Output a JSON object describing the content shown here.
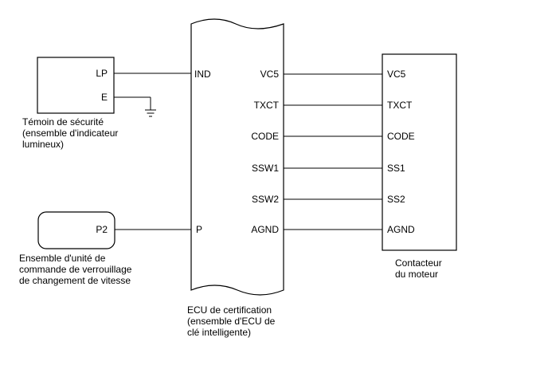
{
  "indicator": {
    "pin_lp": "LP",
    "pin_e": "E",
    "caption": [
      "Témoin de sécurité",
      "(ensemble d'indicateur",
      "lumineux)"
    ]
  },
  "shift_lock": {
    "pin_p2": "P2",
    "caption": [
      "Ensemble d'unité de",
      "commande de verrouillage",
      "de changement de vitesse"
    ]
  },
  "ecu": {
    "pins_left": [
      "IND",
      "P"
    ],
    "pins_right": [
      "VC5",
      "TXCT",
      "CODE",
      "SSW1",
      "SSW2",
      "AGND"
    ],
    "caption": [
      "ECU de certification",
      "(ensemble d'ECU de",
      "clé intelligente)"
    ]
  },
  "engine_switch": {
    "pins": [
      "VC5",
      "TXCT",
      "CODE",
      "SS1",
      "SS2",
      "AGND"
    ],
    "caption": [
      "Contacteur",
      "du moteur"
    ]
  }
}
